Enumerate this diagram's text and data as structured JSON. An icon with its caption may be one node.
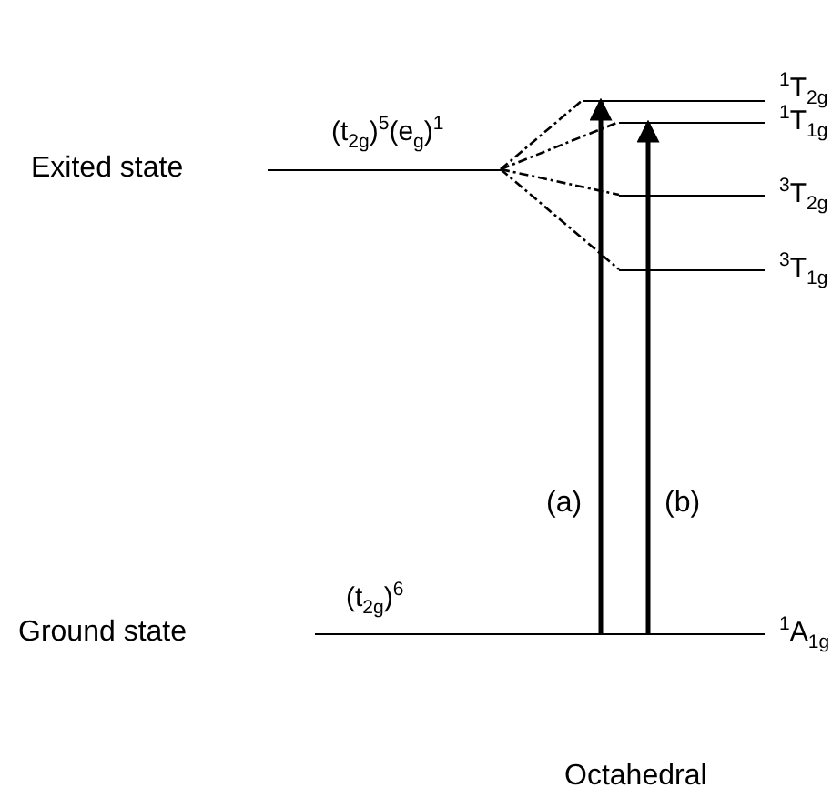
{
  "diagram": {
    "nodes": [
      {
        "text": [
          "(t$_{2g}$)$^{5}$(e$_{g}$)$^{1}$"
        ],
        "beside": [
          "Exited state"
        ]
      },
      {
        "text": [
          "$^{1}$T$_{2g}$"
        ]
      },
      {
        "text": [
          "$^{1}$T$_{1g}$"
        ]
      },
      {
        "text": [
          "$^{3}$T$_{2g}$"
        ]
      },
      {
        "text": [
          "$^{3}$T$_{1g}$"
        ]
      },
      {
        "text": [
          "(t$_{2g}$)$^{6}$",
          "$^{1}$A$_{1g}$"
        ],
        "beside": [
          "Ground state"
        ]
      }
    ],
    "edges": [
      {
        "from": 0,
        "to": 1,
        "arrow": "none",
        "style": "dashed"
      },
      {
        "from": 0,
        "to": 2,
        "arrow": "none",
        "style": "dashed"
      },
      {
        "from": 0,
        "to": 3,
        "arrow": "none",
        "style": "dashed"
      },
      {
        "from": 0,
        "to": 4,
        "arrow": "none",
        "style": "dashed"
      },
      {
        "from": 5,
        "to": 1,
        "arrow": "to",
        "label": "(a)"
      },
      {
        "from": 5,
        "to": 2,
        "arrow": "to",
        "label": "(b)"
      }
    ],
    "labels": [
      "Octahedral"
    ]
  }
}
